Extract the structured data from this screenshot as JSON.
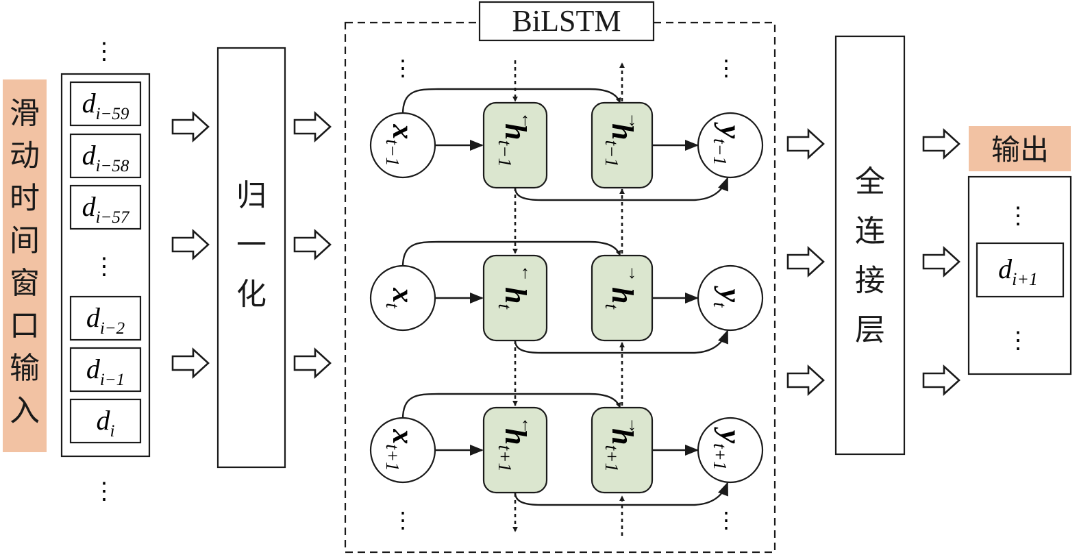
{
  "input_label": "滑动时间窗口输入",
  "input_items": [
    {
      "base": "d",
      "sub": "i−59"
    },
    {
      "base": "d",
      "sub": "i−58"
    },
    {
      "base": "d",
      "sub": "i−57"
    },
    {
      "base": "d",
      "sub": "i−2"
    },
    {
      "base": "d",
      "sub": "i−1"
    },
    {
      "base": "d",
      "sub": "i"
    }
  ],
  "normalize_label": "归一化",
  "bilstm_title": "BiLSTM",
  "rows": [
    {
      "x": {
        "base": "x",
        "sub": "t−1"
      },
      "hf": {
        "base": "h",
        "sub": "t−1",
        "arrow": "↓"
      },
      "hb": {
        "base": "h",
        "sub": "t−1",
        "arrow": "↑"
      },
      "y": {
        "base": "y",
        "sub": "t−1"
      }
    },
    {
      "x": {
        "base": "x",
        "sub": "t"
      },
      "hf": {
        "base": "h",
        "sub": "t",
        "arrow": "↓"
      },
      "hb": {
        "base": "h",
        "sub": "t",
        "arrow": "↑"
      },
      "y": {
        "base": "y",
        "sub": "t"
      }
    },
    {
      "x": {
        "base": "x",
        "sub": "t+1"
      },
      "hf": {
        "base": "h",
        "sub": "t+1",
        "arrow": "↓"
      },
      "hb": {
        "base": "h",
        "sub": "t+1",
        "arrow": "↑"
      },
      "y": {
        "base": "y",
        "sub": "t+1"
      }
    }
  ],
  "fc_label": "全连接层",
  "output_label": "输出",
  "output_item": {
    "base": "d",
    "sub": "i+1"
  },
  "ellipsis": "⋮"
}
